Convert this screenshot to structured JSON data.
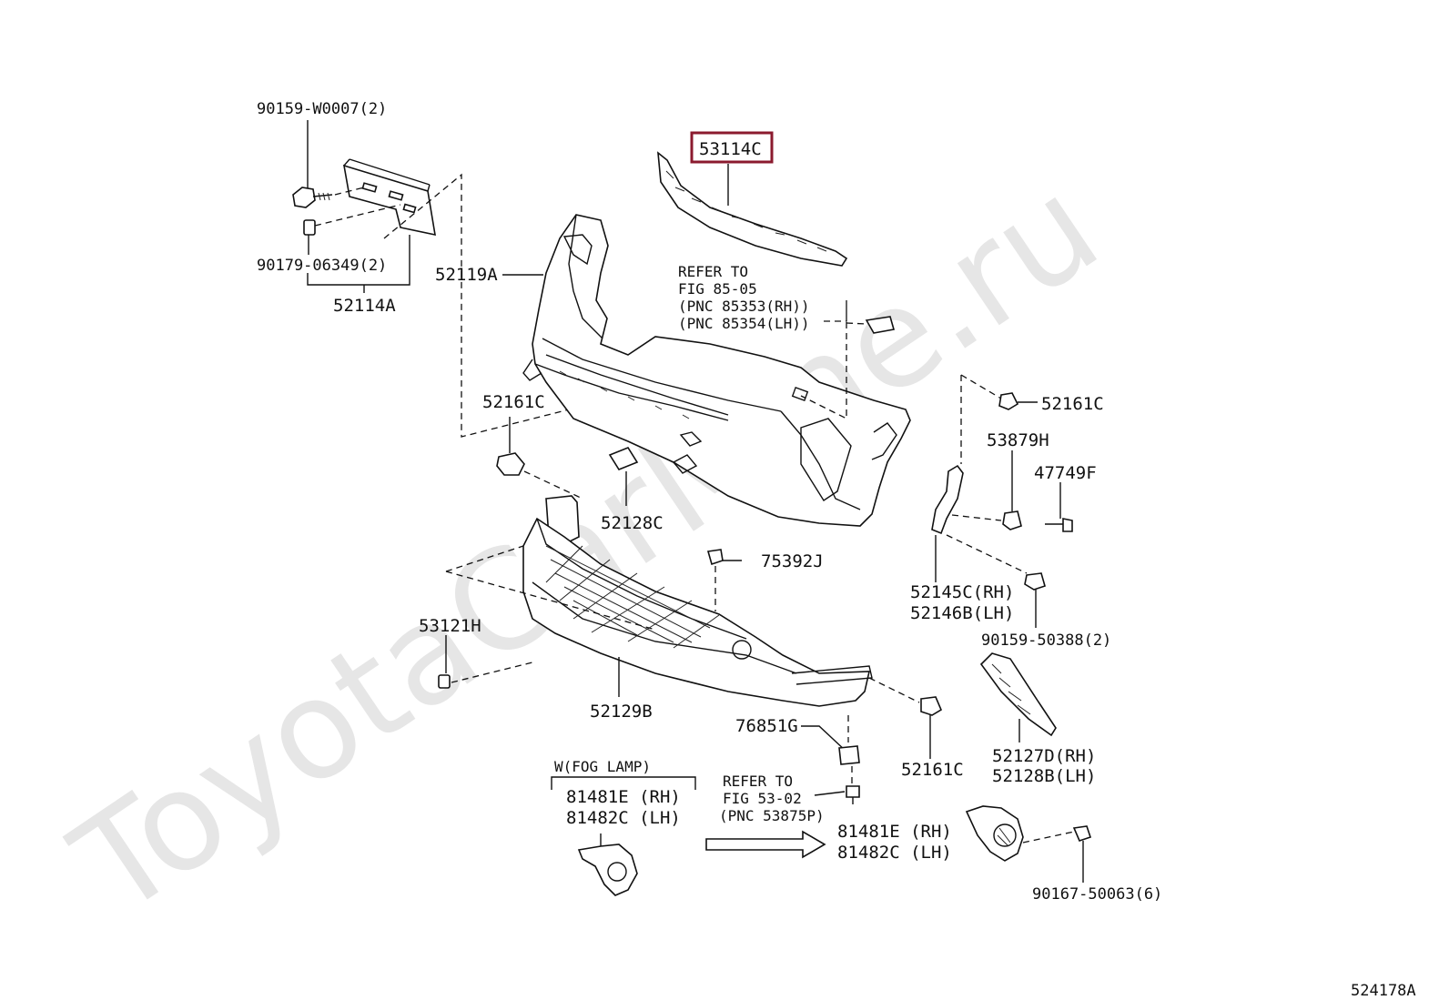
{
  "diagram": {
    "watermark": "ToyotaCarMine.ru",
    "figure_code": "524178A",
    "highlight_color": "#8b1a2e",
    "highlighted_part": "53114C",
    "labels": {
      "p90159_w0007": "90159-W0007(2)",
      "p90179_06349": "90179-06349(2)",
      "p52114a": "52114A",
      "p52119a": "52119A",
      "p53114c": "53114C",
      "refer1_l1": "REFER TO",
      "refer1_l2": "FIG 85-05",
      "refer1_l3": "(PNC 85353(RH))",
      "refer1_l4": "(PNC 85354(LH))",
      "p52161c_a": "52161C",
      "p52161c_b": "52161C",
      "p52161c_c": "52161C",
      "p53879h": "53879H",
      "p47749f": "47749F",
      "p52128c": "52128C",
      "p75392j": "75392J",
      "p52145c": "52145C(RH)",
      "p52146b": "52146B(LH)",
      "p90159_50388": "90159-50388(2)",
      "p53121h": "53121H",
      "p52129b": "52129B",
      "p76851g": "76851G",
      "p52127d": "52127D(RH)",
      "p52128b": "52128B(LH)",
      "fog_lamp": "W(FOG LAMP)",
      "p81481e_a": "81481E (RH)",
      "p81482c_a": "81482C (LH)",
      "refer2_l1": "REFER TO",
      "refer2_l2": "FIG 53-02",
      "refer2_l3": "(PNC 53875P)",
      "p81481e_b": "81481E (RH)",
      "p81482c_b": "81482C (LH)",
      "p90167_50063": "90167-50063(6)"
    }
  }
}
